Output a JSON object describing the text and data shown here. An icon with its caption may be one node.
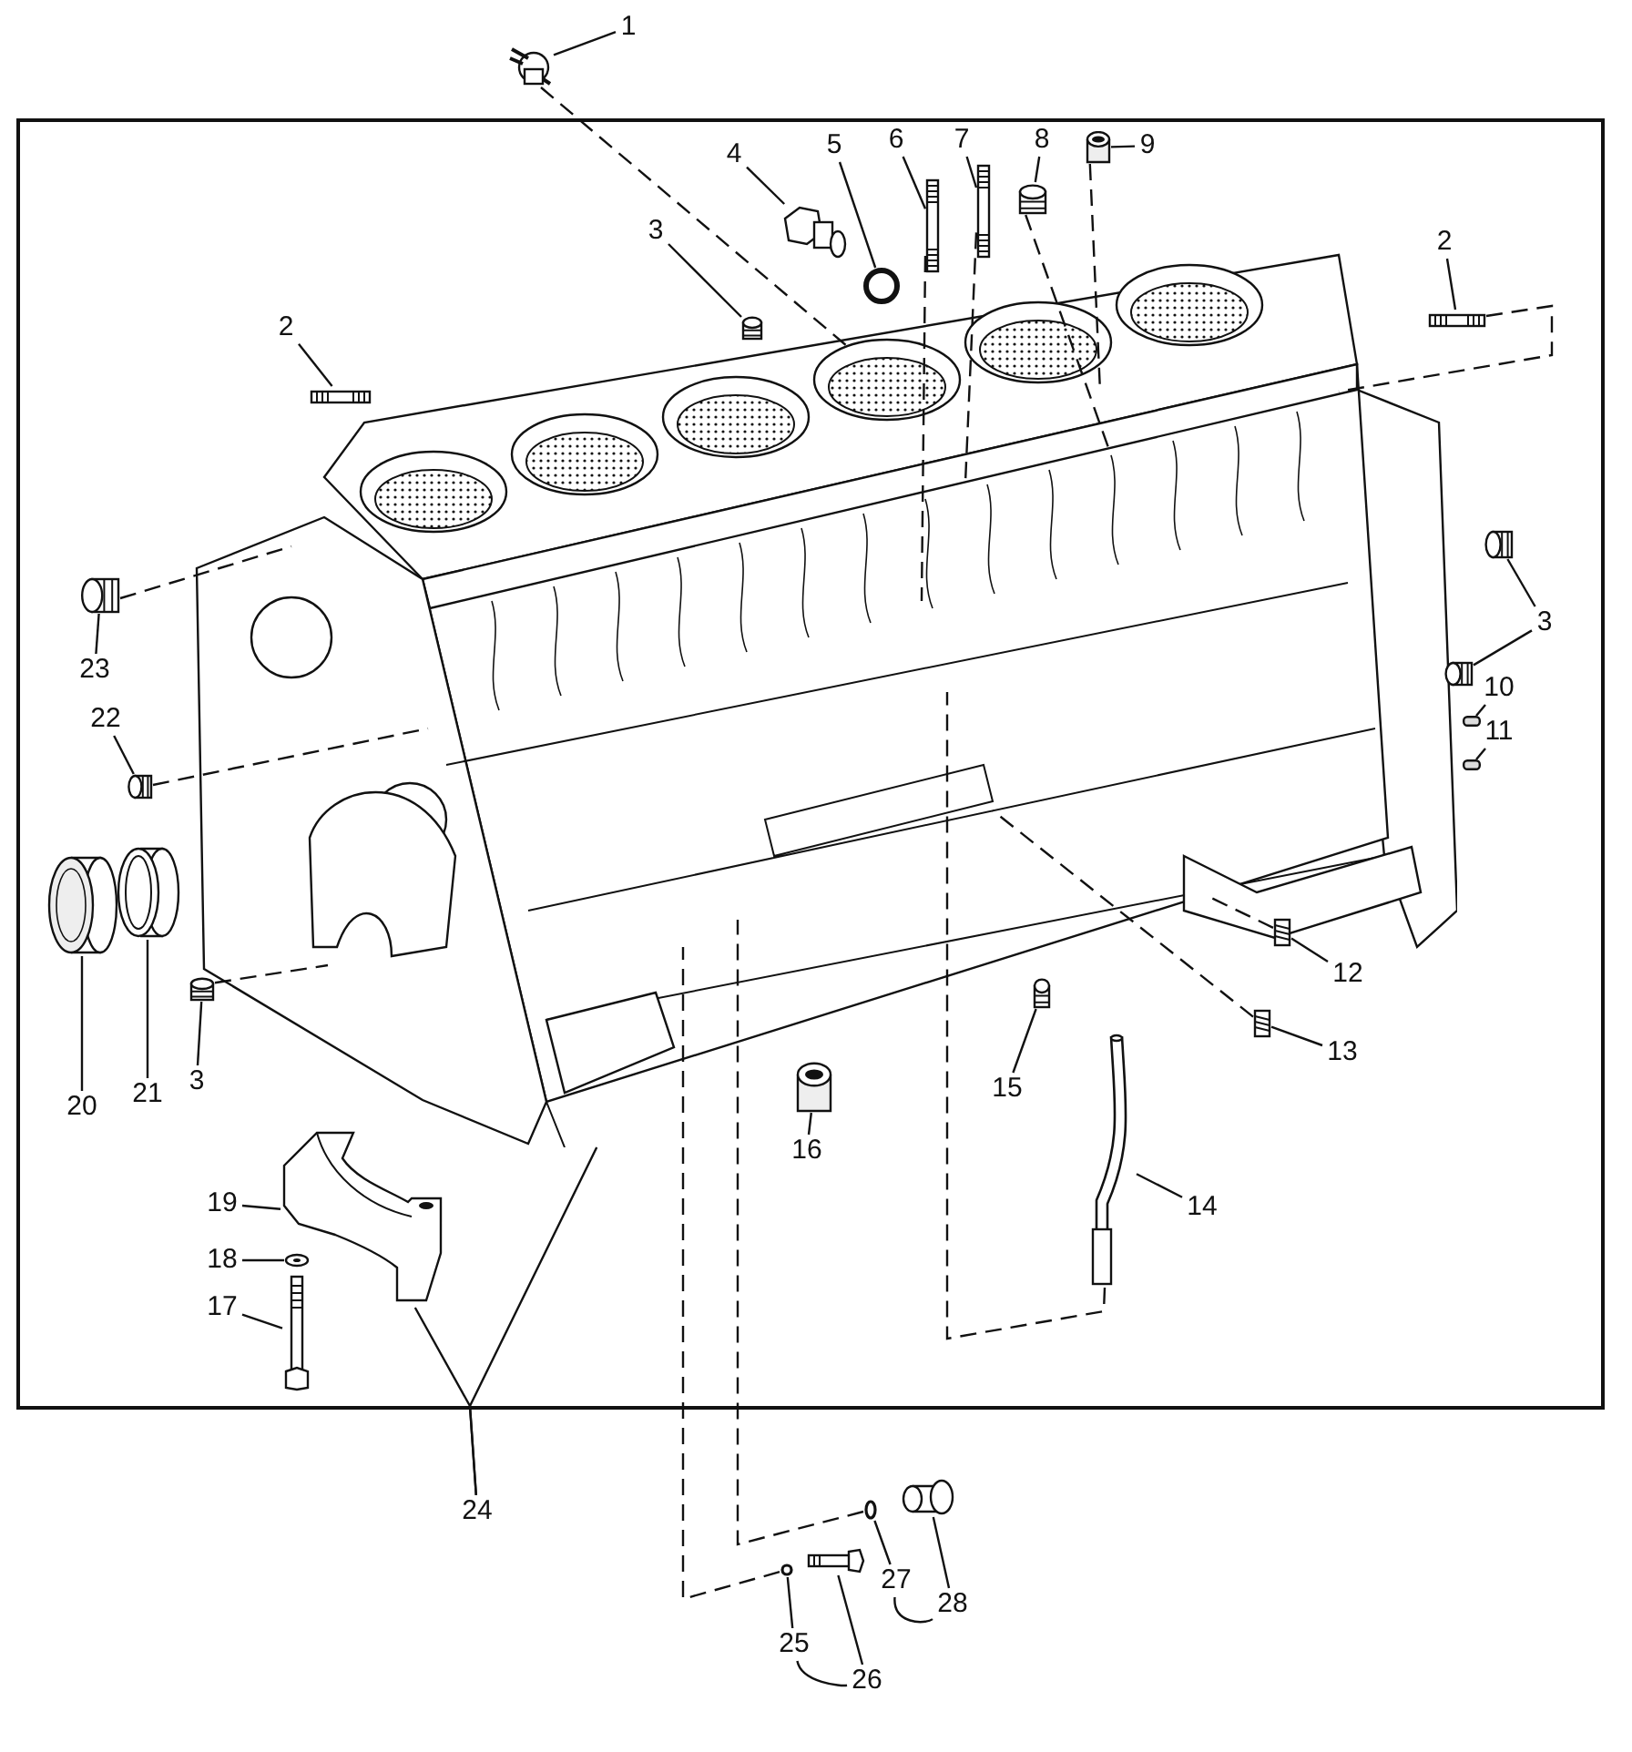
{
  "diagram": {
    "nodes": [
      {
        "text": [],
        "shape": "picture"
      },
      {
        "text": [
          "1"
        ]
      },
      {
        "text": [],
        "shape": "picture"
      },
      {
        "text": [
          "4"
        ]
      },
      {
        "text": [],
        "shape": "picture"
      },
      {
        "text": [
          "5"
        ]
      },
      {
        "text": [],
        "shape": "circle"
      },
      {
        "text": [
          "6"
        ]
      },
      {
        "text": [],
        "shape": "picture"
      },
      {
        "text": [
          "7"
        ]
      },
      {
        "text": [],
        "shape": "picture"
      },
      {
        "text": [
          "8"
        ]
      },
      {
        "text": [],
        "shape": "picture"
      },
      {
        "text": [
          "9"
        ]
      },
      {
        "text": [],
        "shape": "cylinder"
      },
      {
        "text": [
          "3"
        ]
      },
      {
        "text": [],
        "shape": "picture"
      },
      {
        "text": [
          "2"
        ]
      },
      {
        "text": [],
        "shape": "picture"
      },
      {
        "text": [
          "2"
        ]
      },
      {
        "text": [],
        "shape": "picture"
      },
      {
        "text": [
          "23"
        ]
      },
      {
        "text": [],
        "shape": "picture"
      },
      {
        "text": [
          "3"
        ]
      },
      {
        "text": [],
        "shape": "picture"
      },
      {
        "text": [],
        "shape": "picture"
      },
      {
        "text": [
          "22"
        ]
      },
      {
        "text": [],
        "shape": "picture"
      },
      {
        "text": [
          "10"
        ]
      },
      {
        "text": [],
        "shape": "box"
      },
      {
        "text": [
          "11"
        ]
      },
      {
        "text": [],
        "shape": "box"
      },
      {
        "text": [
          "20"
        ]
      },
      {
        "text": [],
        "shape": "cylinder"
      },
      {
        "text": [
          "21"
        ]
      },
      {
        "text": [],
        "shape": "picture"
      },
      {
        "text": [
          "3"
        ]
      },
      {
        "text": [],
        "shape": "picture"
      },
      {
        "text": [
          "12"
        ]
      },
      {
        "text": [],
        "shape": "picture"
      },
      {
        "text": [
          "13"
        ]
      },
      {
        "text": [],
        "shape": "picture"
      },
      {
        "text": [
          "15"
        ]
      },
      {
        "text": [],
        "shape": "picture"
      },
      {
        "text": [
          "16"
        ]
      },
      {
        "text": [],
        "shape": "cylinder"
      },
      {
        "text": [
          "14"
        ]
      },
      {
        "text": [],
        "shape": "picture"
      },
      {
        "text": [
          "19"
        ]
      },
      {
        "text": [],
        "shape": "picture"
      },
      {
        "text": [
          "18"
        ]
      },
      {
        "text": [],
        "shape": "picture"
      },
      {
        "text": [
          "17"
        ]
      },
      {
        "text": [],
        "shape": "picture"
      },
      {
        "text": [
          "24"
        ]
      },
      {
        "text": [
          "27"
        ]
      },
      {
        "text": [],
        "shape": "circle"
      },
      {
        "text": [
          "28"
        ]
      },
      {
        "text": [],
        "shape": "picture"
      },
      {
        "text": [
          "25"
        ]
      },
      {
        "text": [],
        "shape": "circle"
      },
      {
        "text": [
          "26"
        ]
      },
      {
        "text": [],
        "shape": "picture"
      }
    ],
    "edges": [
      {
        "from": 1,
        "to": 2,
        "arrow": "none"
      },
      {
        "from": 3,
        "to": 4,
        "arrow": "none"
      },
      {
        "from": 5,
        "to": 6,
        "arrow": "none"
      },
      {
        "from": 7,
        "to": 8,
        "arrow": "none"
      },
      {
        "from": 9,
        "to": 10,
        "arrow": "none"
      },
      {
        "from": 11,
        "to": 12,
        "arrow": "none"
      },
      {
        "from": 13,
        "to": 14,
        "arrow": "none"
      },
      {
        "from": 15,
        "to": 16,
        "arrow": "none"
      },
      {
        "from": 17,
        "to": 18,
        "arrow": "none"
      },
      {
        "from": 19,
        "to": 20,
        "arrow": "none"
      },
      {
        "from": 21,
        "to": 22,
        "arrow": "none"
      },
      {
        "from": 23,
        "to": 24,
        "arrow": "none"
      },
      {
        "from": 23,
        "to": 25,
        "arrow": "none"
      },
      {
        "from": 26,
        "to": 27,
        "arrow": "none"
      },
      {
        "from": 28,
        "to": 29,
        "arrow": "none"
      },
      {
        "from": 30,
        "to": 31,
        "arrow": "none"
      },
      {
        "from": 32,
        "to": 33,
        "arrow": "none"
      },
      {
        "from": 34,
        "to": 35,
        "arrow": "none"
      },
      {
        "from": 36,
        "to": 37,
        "arrow": "none"
      },
      {
        "from": 38,
        "to": 39,
        "arrow": "none"
      },
      {
        "from": 40,
        "to": 41,
        "arrow": "none"
      },
      {
        "from": 42,
        "to": 43,
        "arrow": "none"
      },
      {
        "from": 44,
        "to": 45,
        "arrow": "none"
      },
      {
        "from": 46,
        "to": 47,
        "arrow": "none"
      },
      {
        "from": 48,
        "to": 49,
        "arrow": "none"
      },
      {
        "from": 50,
        "to": 51,
        "arrow": "none"
      },
      {
        "from": 52,
        "to": 53,
        "arrow": "none"
      },
      {
        "from": 54,
        "to": 49,
        "arrow": "none"
      },
      {
        "from": 54,
        "to": 0,
        "arrow": "none"
      },
      {
        "from": 55,
        "to": 56,
        "arrow": "none"
      },
      {
        "from": 57,
        "to": 58,
        "arrow": "none"
      },
      {
        "from": 59,
        "to": 60,
        "arrow": "none"
      },
      {
        "from": 61,
        "to": 62,
        "arrow": "none"
      },
      {
        "from": 2,
        "to": 0,
        "arrow": "none",
        "style": "dashed"
      },
      {
        "from": 12,
        "to": 0,
        "arrow": "none",
        "style": "dashed"
      },
      {
        "from": 14,
        "to": 0,
        "arrow": "none",
        "style": "dashed"
      },
      {
        "from": 8,
        "to": 0,
        "arrow": "none",
        "style": "dashed"
      },
      {
        "from": 10,
        "to": 0,
        "arrow": "none",
        "style": "dashed"
      },
      {
        "from": 20,
        "to": 0,
        "arrow": "none",
        "style": "dashed"
      },
      {
        "from": 22,
        "to": 0,
        "arrow": "none",
        "style": "dashed"
      },
      {
        "from": 27,
        "to": 0,
        "arrow": "none",
        "style": "dashed"
      },
      {
        "from": 37,
        "to": 0,
        "arrow": "none",
        "style": "dashed"
      },
      {
        "from": 39,
        "to": 0,
        "arrow": "none",
        "style": "dashed"
      },
      {
        "from": 41,
        "to": 0,
        "arrow": "none",
        "style": "dashed"
      },
      {
        "from": 47,
        "to": 0,
        "arrow": "none",
        "style": "dashed"
      },
      {
        "from": 56,
        "to": 0,
        "arrow": "none",
        "style": "dashed"
      },
      {
        "from": 60,
        "to": 0,
        "arrow": "none",
        "style": "dashed"
      },
      {
        "from": 57,
        "to": 55,
        "arrow": "none"
      },
      {
        "from": 61,
        "to": 59,
        "arrow": "none"
      }
    ]
  }
}
